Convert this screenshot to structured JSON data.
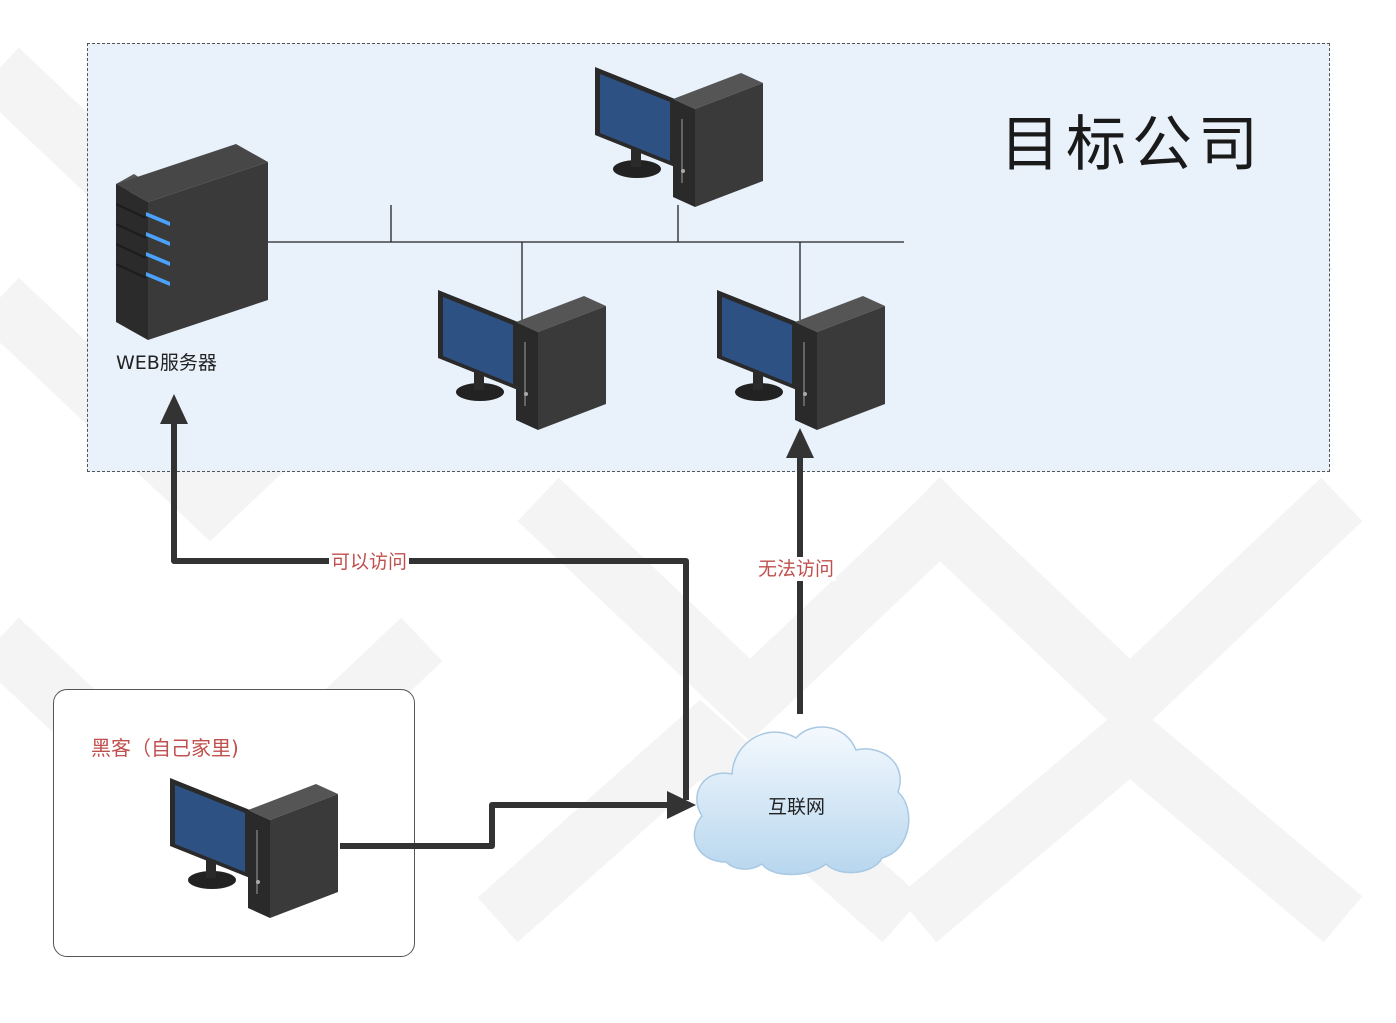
{
  "company": {
    "title": "目标公司",
    "server_label": "WEB服务器"
  },
  "home": {
    "label": "黑客（自己家里)"
  },
  "internet": {
    "label": "互联网"
  },
  "flows": {
    "can_access": "可以访问",
    "cannot_access": "无法访问"
  },
  "colors": {
    "zone_fill": "#e9f1fb",
    "arrow": "#333333",
    "warning_text": "#c0504d",
    "monitor_screen": "#2e5184",
    "server_led": "#4aa3ff"
  },
  "icons": [
    "server-icon",
    "desktop-pc-icon",
    "cloud-icon"
  ]
}
